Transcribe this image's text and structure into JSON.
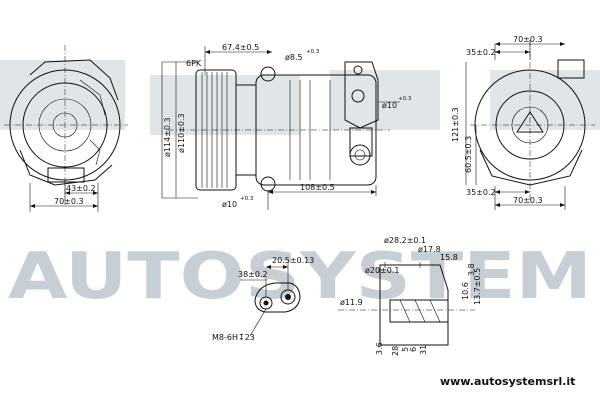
{
  "watermark": {
    "text": "AUTOSYSTEM"
  },
  "footer": {
    "url": "www.autosystemsrl.it"
  },
  "left_view": {
    "dim_43": "43±0.2",
    "dim_70": "70±0.3"
  },
  "center_view": {
    "belt": "6PK",
    "dim_67_4": "67.4±0.5",
    "dim_phi8_5": "ø8.5",
    "dim_phi8_5_tol": "+0.3",
    "dim_phi114": "ø114±0.3",
    "dim_phi110": "ø110±0.3",
    "dim_phi10_right": "ø10",
    "dim_phi10_right_tol": "+0.3",
    "dim_108": "108±0.5",
    "dim_phi10_bottom": "ø10",
    "dim_phi10_bottom_tol": "+0.3"
  },
  "right_view": {
    "dim_35_top": "35±0.2",
    "dim_70_top": "70±0.3",
    "dim_121": "121±0.3",
    "dim_60_5": "60.5±0.3",
    "dim_35_bottom": "35±0.2",
    "dim_70_bottom": "70±0.3"
  },
  "port_detail": {
    "dim_38": "38±0.2",
    "dim_20_5": "20.5±0.13",
    "thread": "M8-6H↧23"
  },
  "section_detail": {
    "dim_phi28_2": "ø28.2±0.1",
    "dim_phi17_8": "ø17.8",
    "dim_phi20": "ø20±0.1",
    "dim_phi11_9": "ø11.9",
    "dim_15_8": "15.8",
    "dim_13_7": "13.7±0.5",
    "dim_10_6": "10.6",
    "dim_3_8": "3.8",
    "dim_3_6": "3.6",
    "dim_28": "28",
    "dim_5": "5",
    "dim_6": "6",
    "dim_31": "31"
  }
}
